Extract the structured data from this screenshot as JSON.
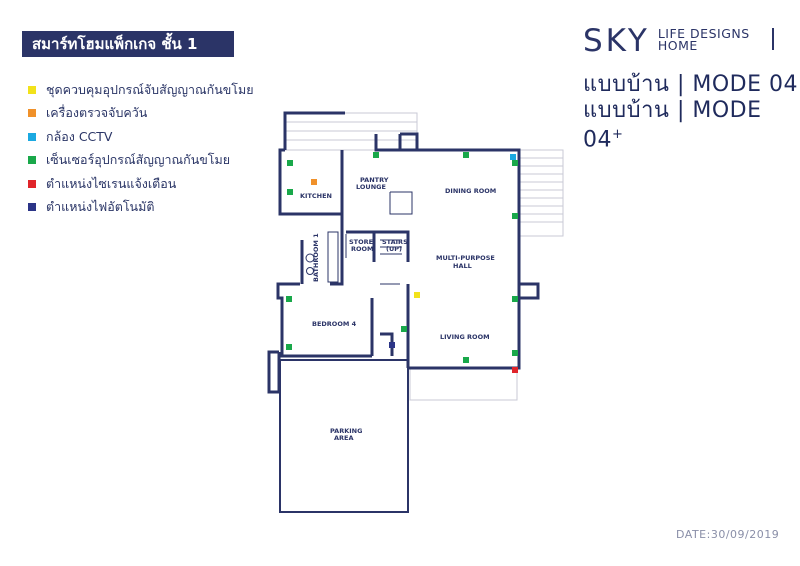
{
  "header": {
    "title": "สมาร์ทโฮมแพ็กเกจ ชั้น 1"
  },
  "legend": [
    {
      "label": "ชุดควบคุมอุปกรณ์จับสัญญาณกันขโมย",
      "color": "#f2e21b"
    },
    {
      "label": "เครื่องตรวจจับควัน",
      "color": "#f0912a"
    },
    {
      "label": "กล้อง CCTV",
      "color": "#1ba9e1"
    },
    {
      "label": "เซ็นเซอร์อุปกรณ์สัญญาณกันขโมย",
      "color": "#19a84a"
    },
    {
      "label": "ตำแหน่งไซเรนแจ้งเตือน",
      "color": "#e0242a"
    },
    {
      "label": "ตำแหน่งไฟอัตโนมัติ",
      "color": "#2b3487"
    }
  ],
  "brand": {
    "name": "SKY",
    "line1": "LIFE DESIGNS",
    "line2": "HOME"
  },
  "models": [
    {
      "thai": "แบบบ้าน",
      "code": "| MODE 04",
      "sup": ""
    },
    {
      "thai": "แบบบ้าน",
      "code": "| MODE 04",
      "sup": "+"
    }
  ],
  "rooms": {
    "kitchen": "KITCHEN",
    "pantry_1": "PANTRY",
    "pantry_2": "LOUNGE",
    "dining": "DINING ROOM",
    "store_1": "STORE",
    "store_2": "ROOM",
    "stairs_1": "STAIRS",
    "stairs_2": "(UP)",
    "bathroom": "BATHROOM 1",
    "hall_1": "MULTI-PURPOSE",
    "hall_2": "HALL",
    "bedroom": "BEDROOM 4",
    "living": "LIVING ROOM",
    "parking_1": "PARKING",
    "parking_2": "AREA"
  },
  "footer": {
    "date": "DATE:30/09/2019"
  }
}
